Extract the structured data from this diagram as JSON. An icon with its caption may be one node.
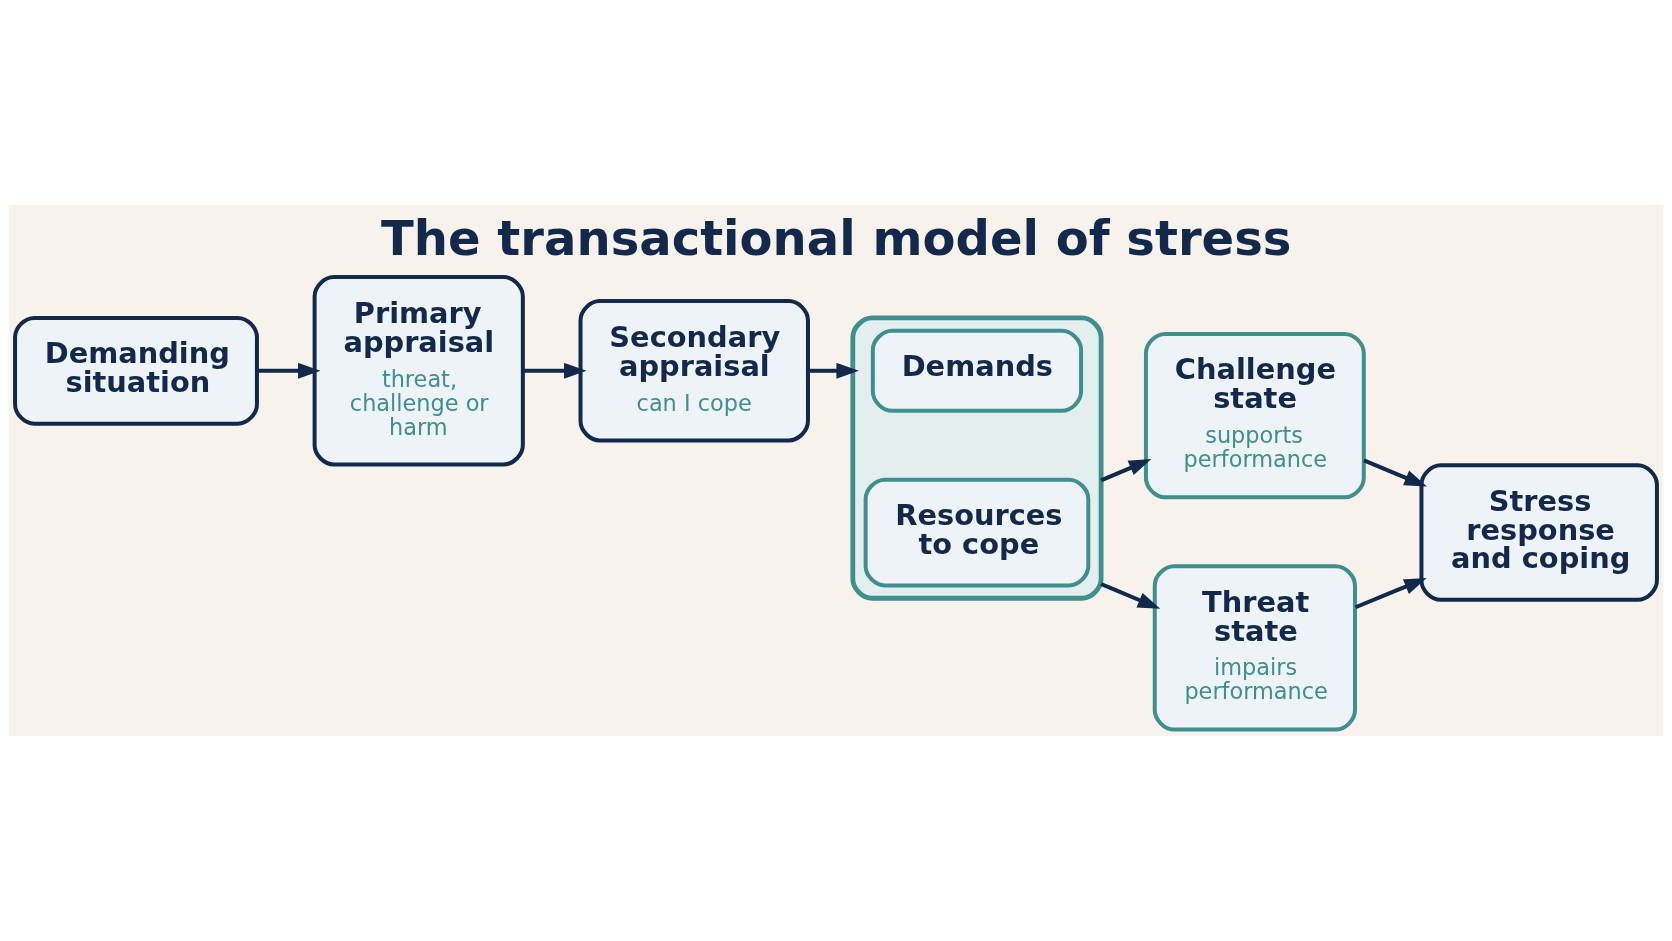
{
  "diagram": {
    "title": "The transactional model of stress",
    "nodes": [
      {
        "text": [
          "Demanding situation"
        ]
      },
      {
        "text": [
          "Primary appraisal",
          "threat, challenge or harm"
        ]
      },
      {
        "text": [
          "Secondary appraisal",
          "can I cope"
        ]
      },
      {
        "text": [],
        "shape": "picture"
      },
      {
        "text": [
          "Demands"
        ],
        "in": 3
      },
      {
        "text": [
          "Resources to cope"
        ],
        "in": 3
      },
      {
        "text": [
          "Challenge state",
          "supports performance"
        ]
      },
      {
        "text": [
          "Threat state",
          "impairs performance"
        ]
      },
      {
        "text": [
          "Stress response and coping"
        ]
      }
    ],
    "edges": [
      {
        "from": 0,
        "to": 1,
        "arrow": "to"
      },
      {
        "from": 1,
        "to": 2,
        "arrow": "to"
      },
      {
        "from": 2,
        "to": 3,
        "arrow": "to"
      },
      {
        "from": 3,
        "to": 6,
        "arrow": "to"
      },
      {
        "from": 3,
        "to": 7,
        "arrow": "to"
      },
      {
        "from": 6,
        "to": 8,
        "arrow": "to"
      },
      {
        "from": 7,
        "to": 8,
        "arrow": "to"
      }
    ]
  }
}
